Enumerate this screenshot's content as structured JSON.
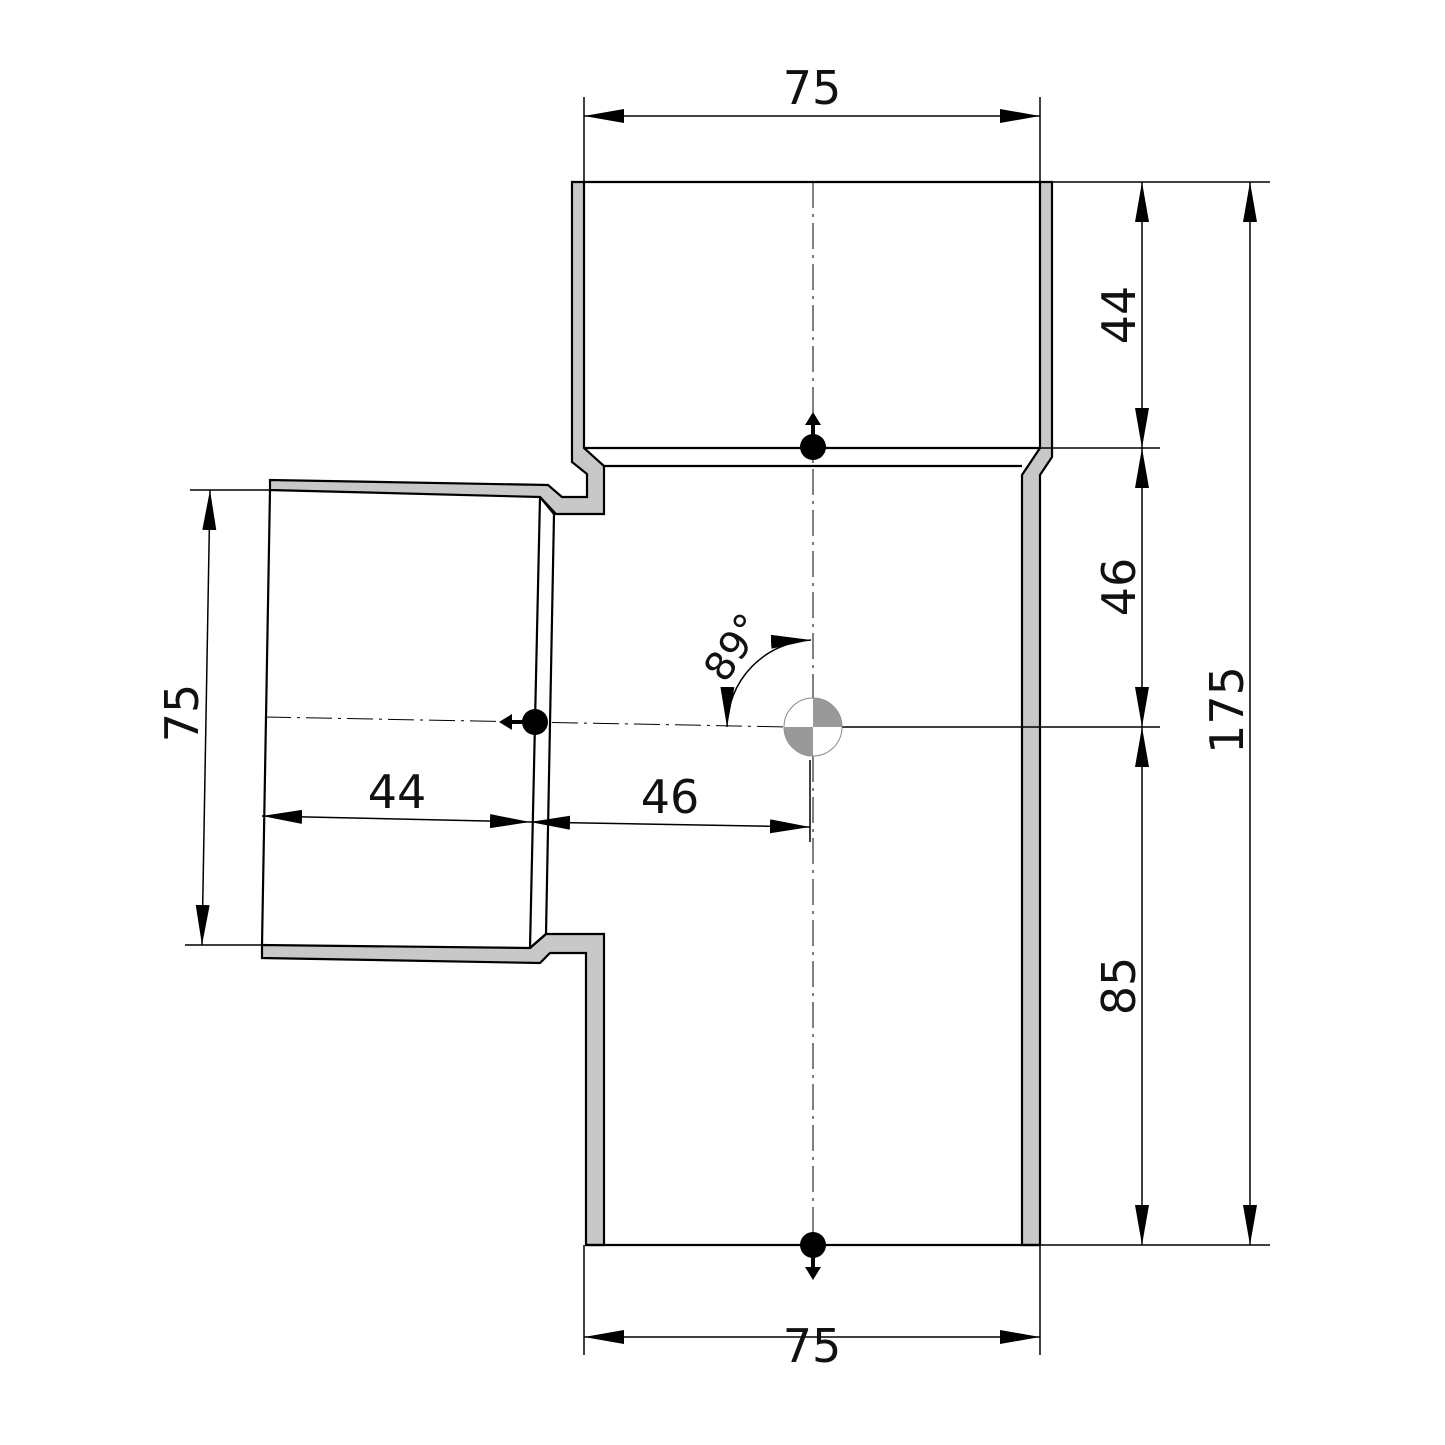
{
  "dimensions": {
    "top_width": "75",
    "bottom_width": "75",
    "branch_diameter": "75",
    "right_socket_depth": "44",
    "right_mid": "46",
    "right_lower": "85",
    "overall_height": "175",
    "branch_socket_depth": "44",
    "branch_to_axis": "46",
    "branch_angle": "89°"
  },
  "colors": {
    "wall_fill": "#c8c8c8",
    "line": "#000000",
    "background": "#ffffff"
  }
}
